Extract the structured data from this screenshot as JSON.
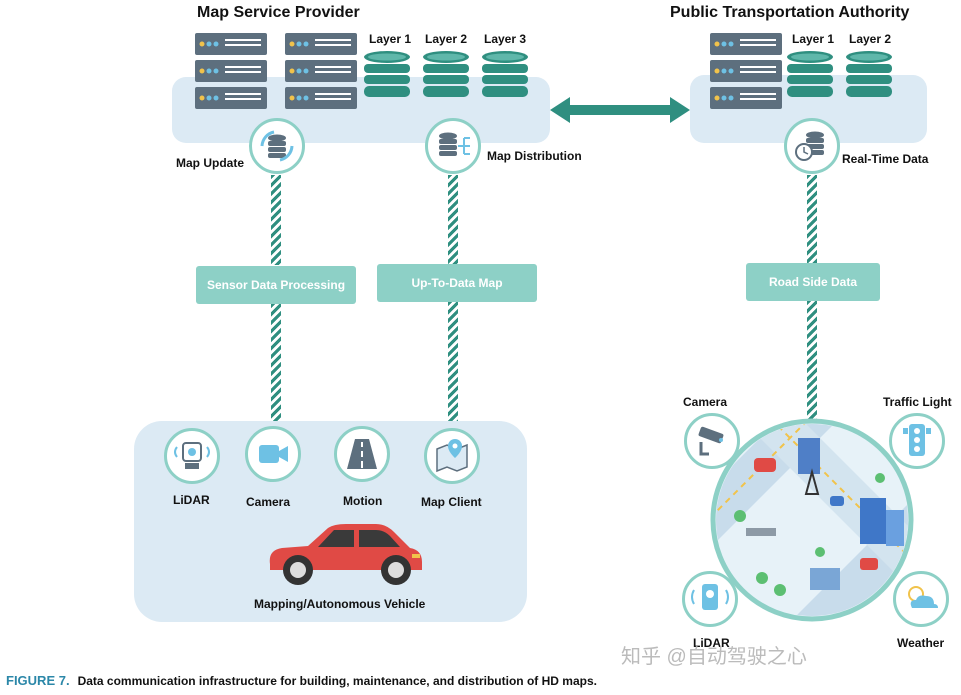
{
  "titles": {
    "map_service_provider": "Map Service Provider",
    "public_transport": "Public Transportation Authority"
  },
  "layers_msp": [
    "Layer 1",
    "Layer 2",
    "Layer 3"
  ],
  "layers_pta": [
    "Layer 1",
    "Layer 2"
  ],
  "nodes": {
    "map_update": "Map Update",
    "map_distribution": "Map Distribution",
    "real_time_data": "Real-Time Data"
  },
  "boxes": {
    "sensor_processing": "Sensor Data Processing",
    "up_to_data_map": "Up-To-Data Map",
    "road_side_data": "Road Side Data"
  },
  "vehicle": {
    "sensors": [
      "LiDAR",
      "Camera",
      "Motion",
      "Map Client"
    ],
    "label": "Mapping/Autonomous Vehicle"
  },
  "roadside": {
    "camera": "Camera",
    "traffic_light": "Traffic Light",
    "lidar": "LiDAR",
    "weather": "Weather"
  },
  "caption": {
    "figure": "FIGURE 7.",
    "text": "Data communication infrastructure for building, maintenance, and distribution of HD maps."
  },
  "watermark": "知乎 @自动驾驶之心",
  "colors": {
    "teal": "#8dd0c6",
    "dark_teal": "#2f8f80",
    "panel": "#dceaf4",
    "server": "#5d6f7e",
    "car": "#e04a45",
    "caption_blue": "#2b87a8"
  },
  "icons": [
    "server-icon",
    "database-icon",
    "lidar-icon",
    "camera-icon",
    "road-icon",
    "map-pin-icon",
    "traffic-light-icon",
    "weather-icon",
    "car-icon",
    "city-icon"
  ]
}
